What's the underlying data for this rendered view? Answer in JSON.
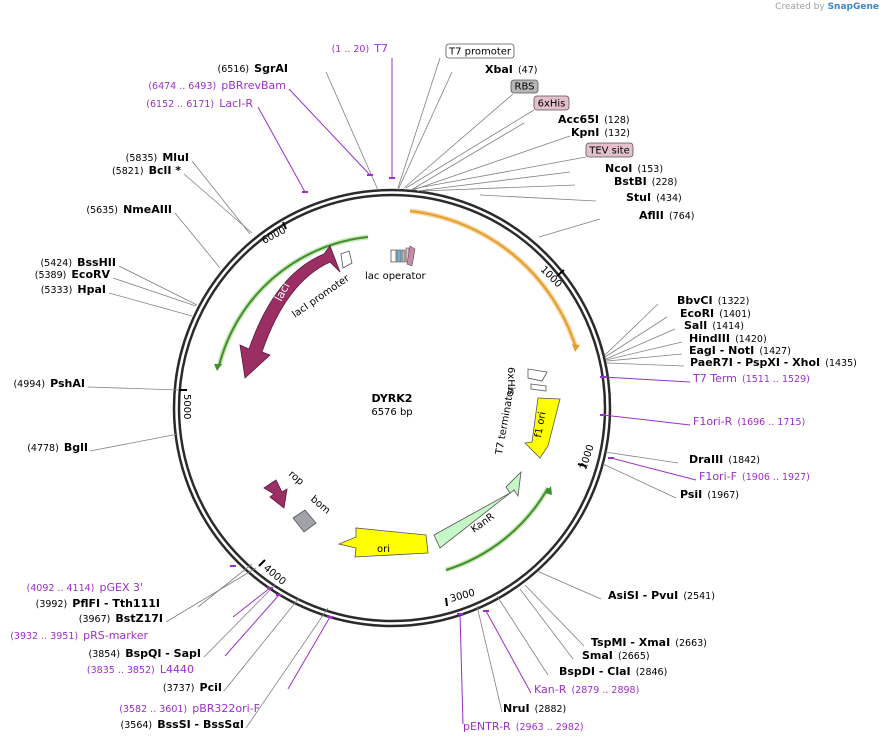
{
  "brand": {
    "prefix": "Created by",
    "name": "SnapGene"
  },
  "plasmid": {
    "name": "DYRK2",
    "size_label": "6576 bp",
    "length": 6576
  },
  "ticks": [
    "1000",
    "2000",
    "3000",
    "4000",
    "5000",
    "6000"
  ],
  "sites_right": [
    {
      "name": "XbaI",
      "pos": "(47)"
    },
    {
      "name": "Acc65I",
      "pos": "(128)"
    },
    {
      "name": "KpnI",
      "pos": "(132)"
    },
    {
      "name": "NcoI",
      "pos": "(153)"
    },
    {
      "name": "BstBI",
      "pos": "(228)"
    },
    {
      "name": "StuI",
      "pos": "(434)"
    },
    {
      "name": "AflII",
      "pos": "(764)"
    },
    {
      "name": "BbvCI",
      "pos": "(1322)"
    },
    {
      "name": "EcoRI",
      "pos": "(1401)"
    },
    {
      "name": "SalI",
      "pos": "(1414)"
    },
    {
      "name": "HindIII",
      "pos": "(1420)"
    },
    {
      "name": "EagI  - NotI",
      "pos": "(1427)"
    },
    {
      "name": "PaeR7I  - PspXI  - XhoI",
      "pos": "(1435)"
    },
    {
      "name": "DraIII",
      "pos": "(1842)"
    },
    {
      "name": "PsiI",
      "pos": "(1967)"
    },
    {
      "name": "AsiSI  - PvuI",
      "pos": "(2541)"
    },
    {
      "name": "TspMI  - XmaI",
      "pos": "(2663)"
    },
    {
      "name": "SmaI",
      "pos": "(2665)"
    },
    {
      "name": "BspDI  - ClaI",
      "pos": "(2846)"
    },
    {
      "name": "NruI",
      "pos": "(2882)"
    }
  ],
  "sites_left": [
    {
      "name": "SgrAI",
      "pos": "(6516)"
    },
    {
      "name": "MluI",
      "pos": "(5835)"
    },
    {
      "name": "BclI *",
      "pos": "(5821)"
    },
    {
      "name": "NmeAIII",
      "pos": "(5635)"
    },
    {
      "name": "BssHII",
      "pos": "(5424)"
    },
    {
      "name": "EcoRV",
      "pos": "(5389)"
    },
    {
      "name": "HpaI",
      "pos": "(5333)"
    },
    {
      "name": "PshAI",
      "pos": "(4994)"
    },
    {
      "name": "BglI",
      "pos": "(4778)"
    },
    {
      "name": "PflFI  - Tth111I",
      "pos": "(3992)"
    },
    {
      "name": "BstZ17I",
      "pos": "(3967)"
    },
    {
      "name": "BspQI  - SapI",
      "pos": "(3854)"
    },
    {
      "name": "PciI",
      "pos": "(3737)"
    },
    {
      "name": "BssSI  - BssSαI",
      "pos": "(3564)"
    }
  ],
  "primers_right": [
    {
      "name": "T7 Term",
      "pos": "(1511 .. 1529)"
    },
    {
      "name": "F1ori-R",
      "pos": "(1696 .. 1715)"
    },
    {
      "name": "F1ori-F",
      "pos": "(1906 .. 1927)"
    },
    {
      "name": "Kan-R",
      "pos": "(2879 .. 2898)"
    },
    {
      "name": "pENTR-R",
      "pos": "(2963 .. 2982)"
    }
  ],
  "primers_left": [
    {
      "name": "T7",
      "pos": "(1 .. 20)"
    },
    {
      "name": "pBRrevBam",
      "pos": "(6474 .. 6493)"
    },
    {
      "name": "LacI-R",
      "pos": "(6152 .. 6171)"
    },
    {
      "name": "pGEX 3'",
      "pos": "(4092 .. 4114)"
    },
    {
      "name": "pRS-marker",
      "pos": "(3932 .. 3951)"
    },
    {
      "name": "L4440",
      "pos": "(3835 .. 3852)"
    },
    {
      "name": "pBR322ori-F",
      "pos": "(3582 .. 3601)"
    }
  ],
  "boxed_features": [
    {
      "name": "T7 promoter",
      "fill": "#ffffff"
    },
    {
      "name": "RBS",
      "fill": "#b7b7b7"
    },
    {
      "name": "6xHis",
      "fill": "#e3c0cc"
    },
    {
      "name": "TEV site",
      "fill": "#e3c0cc"
    }
  ],
  "features": [
    {
      "name": "lacI",
      "color": "#9b2f64"
    },
    {
      "name": "lacI promoter",
      "color": "#ffffff"
    },
    {
      "name": "lac operator",
      "color": "#ffffff"
    },
    {
      "name": "f1 ori",
      "color": "#ffff00"
    },
    {
      "name": "T7 terminator",
      "color": "#ffffff"
    },
    {
      "name": "6xHis",
      "color": "#ffffff"
    },
    {
      "name": "KanR",
      "color": "#c6f7c6"
    },
    {
      "name": "ori",
      "color": "#ffff00"
    },
    {
      "name": "rop",
      "color": "#9b2f64"
    },
    {
      "name": "bom",
      "color": "#a0a4a8"
    }
  ],
  "colors": {
    "backbone": "#2b2b2b",
    "orf_orange": "#f0a93a",
    "orf_green": "#3f8f2f",
    "primer": "#9b30c8",
    "label_line": "#808080"
  }
}
